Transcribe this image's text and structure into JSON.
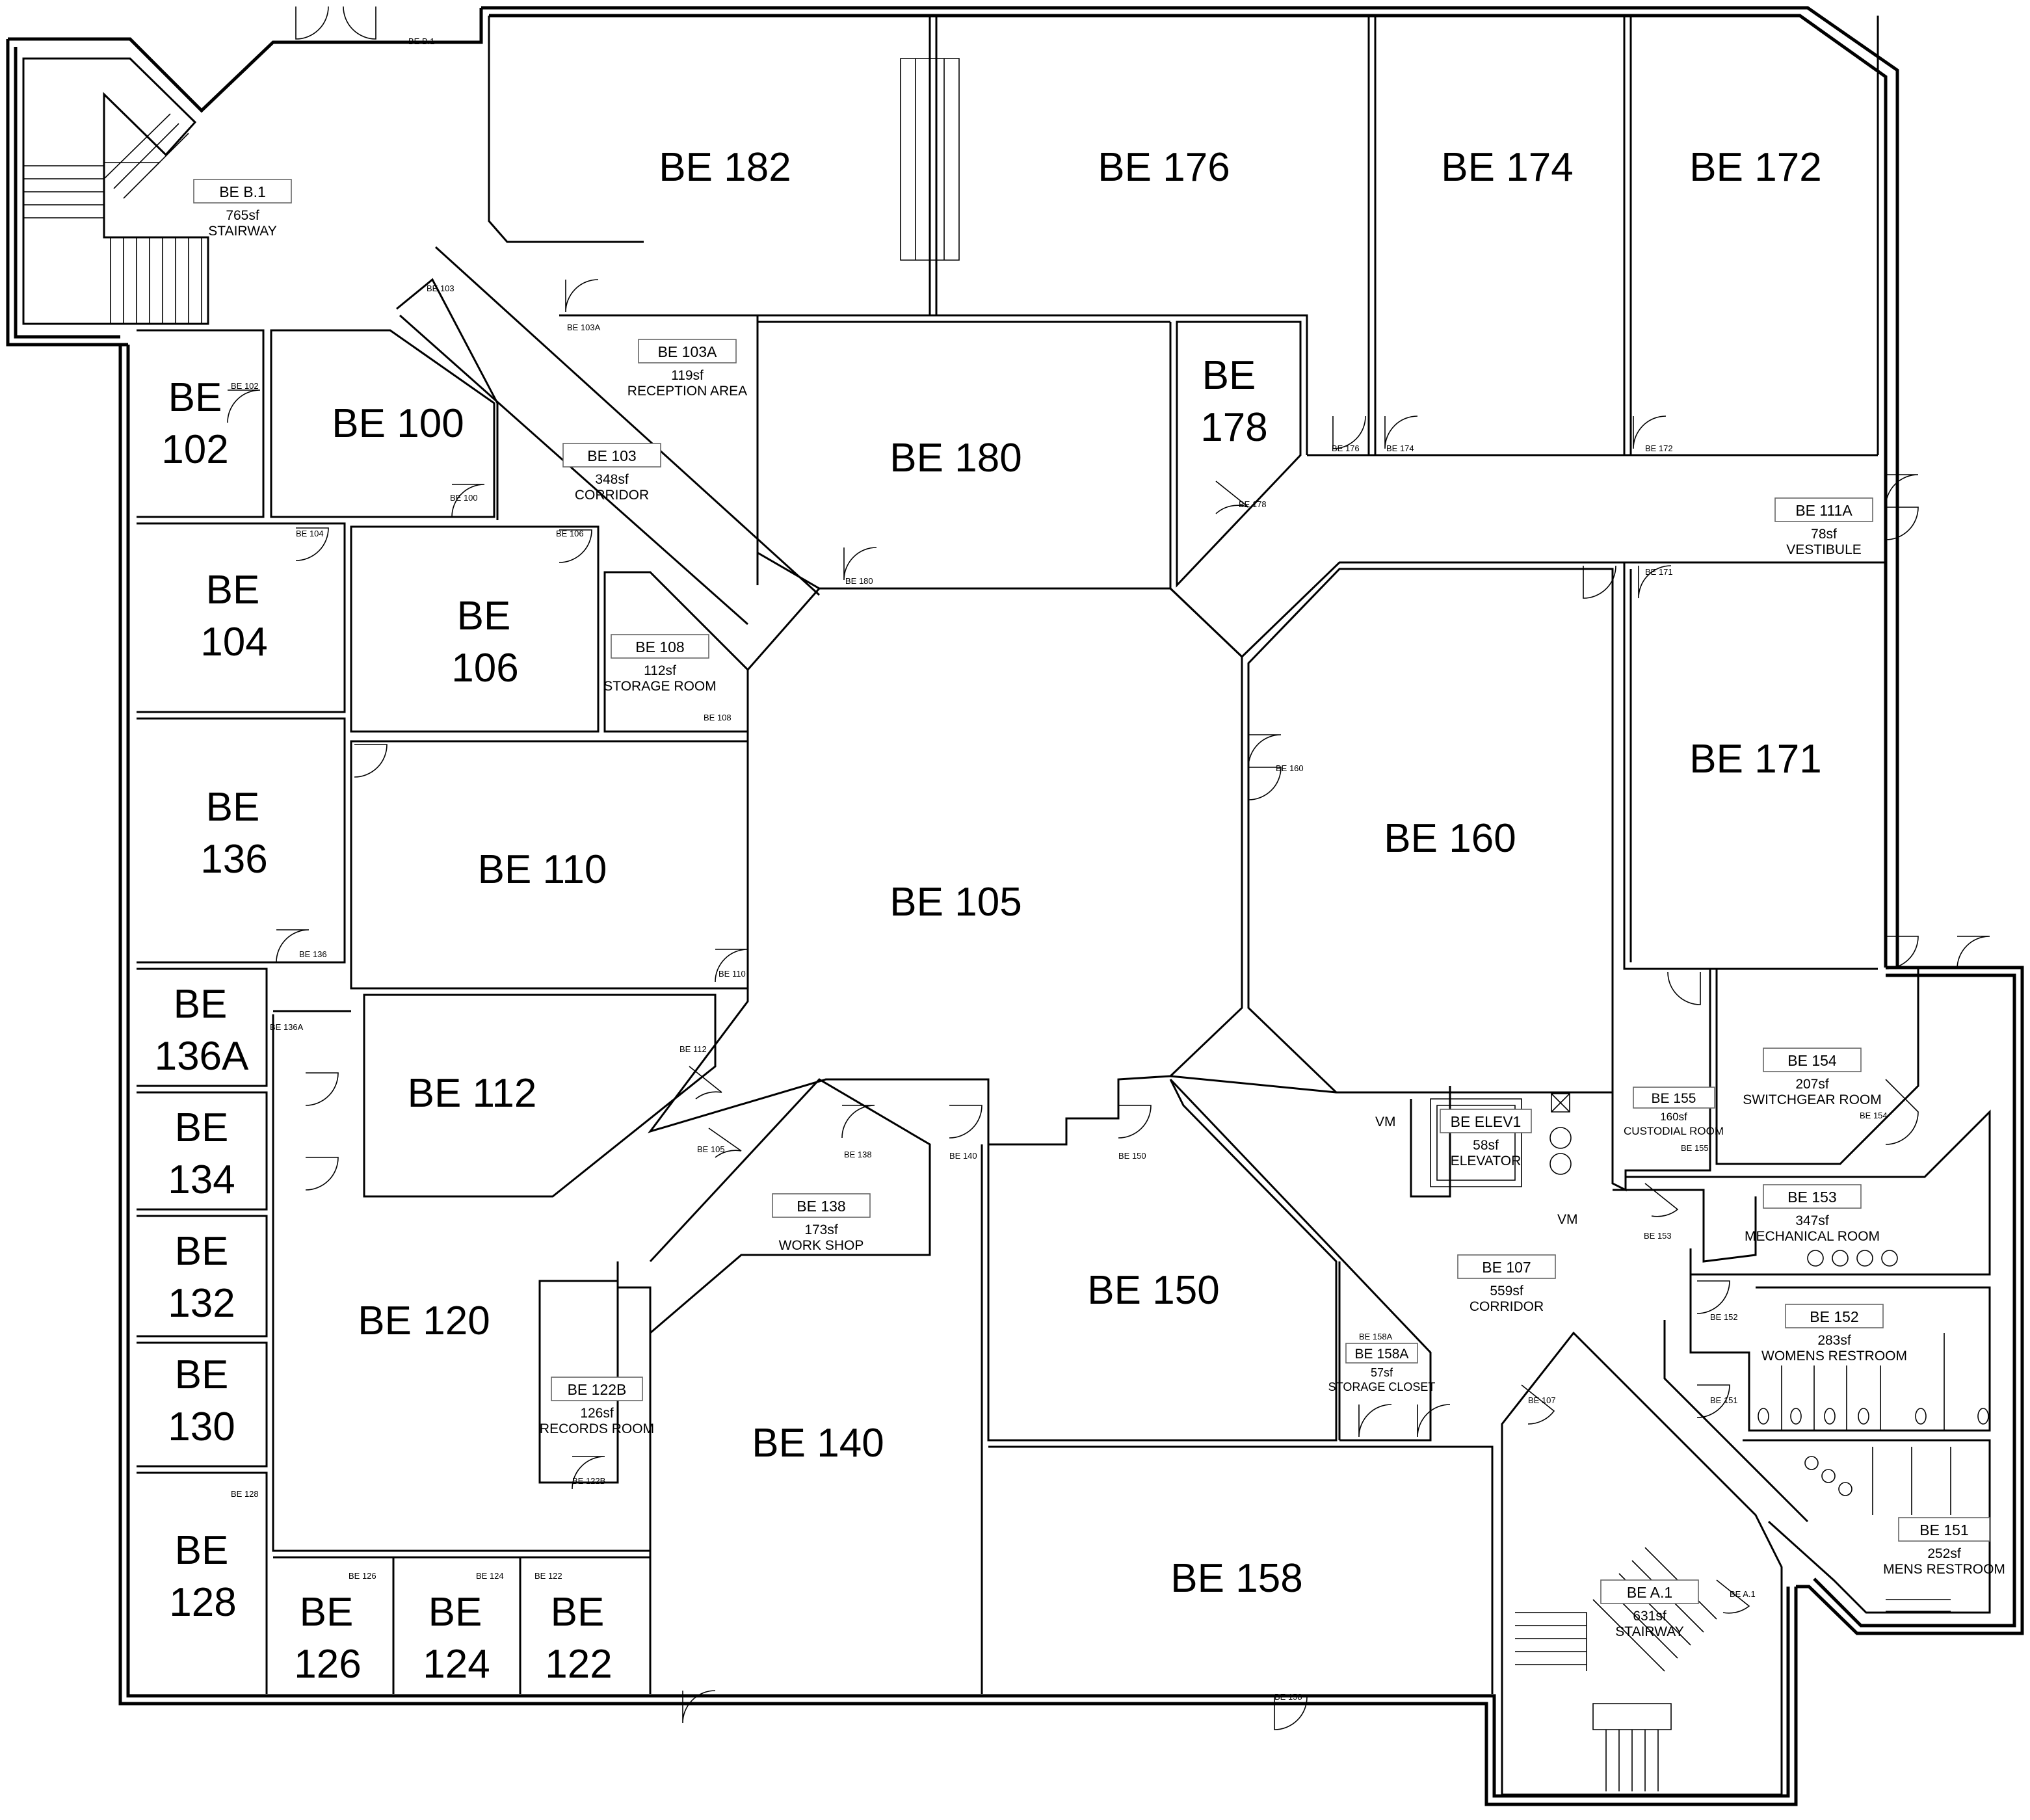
{
  "floor_plan": {
    "rooms": [
      {
        "id": "be182",
        "lines": [
          "BE 182"
        ]
      },
      {
        "id": "be176",
        "lines": [
          "BE 176"
        ]
      },
      {
        "id": "be174",
        "lines": [
          "BE 174"
        ]
      },
      {
        "id": "be172",
        "lines": [
          "BE 172"
        ]
      },
      {
        "id": "be100",
        "lines": [
          "BE 100"
        ]
      },
      {
        "id": "be102",
        "lines": [
          "BE",
          "102"
        ]
      },
      {
        "id": "be180",
        "lines": [
          "BE 180"
        ]
      },
      {
        "id": "be178",
        "lines": [
          "BE",
          "178"
        ]
      },
      {
        "id": "be104",
        "lines": [
          "BE",
          "104"
        ]
      },
      {
        "id": "be106",
        "lines": [
          "BE",
          "106"
        ]
      },
      {
        "id": "be136",
        "lines": [
          "BE",
          "136"
        ]
      },
      {
        "id": "be110",
        "lines": [
          "BE 110"
        ]
      },
      {
        "id": "be105",
        "lines": [
          "BE 105"
        ]
      },
      {
        "id": "be160",
        "lines": [
          "BE 160"
        ]
      },
      {
        "id": "be171",
        "lines": [
          "BE 171"
        ]
      },
      {
        "id": "be136a",
        "lines": [
          "BE",
          "136A"
        ]
      },
      {
        "id": "be112",
        "lines": [
          "BE 112"
        ]
      },
      {
        "id": "be134",
        "lines": [
          "BE",
          "134"
        ]
      },
      {
        "id": "be132",
        "lines": [
          "BE",
          "132"
        ]
      },
      {
        "id": "be120",
        "lines": [
          "BE 120"
        ]
      },
      {
        "id": "be130",
        "lines": [
          "BE",
          "130"
        ]
      },
      {
        "id": "be150",
        "lines": [
          "BE 150"
        ]
      },
      {
        "id": "be140",
        "lines": [
          "BE 140"
        ]
      },
      {
        "id": "be128",
        "lines": [
          "BE",
          "128"
        ]
      },
      {
        "id": "be126",
        "lines": [
          "BE",
          "126"
        ]
      },
      {
        "id": "be124",
        "lines": [
          "BE",
          "124"
        ]
      },
      {
        "id": "be122",
        "lines": [
          "BE",
          "122"
        ]
      },
      {
        "id": "be158",
        "lines": [
          "BE 158"
        ]
      }
    ],
    "room_tags": [
      {
        "id": "be-b1",
        "tag": "BE B.1",
        "area": "765sf",
        "name": "STAIRWAY"
      },
      {
        "id": "be-103a",
        "tag": "BE 103A",
        "area": "119sf",
        "name": "RECEPTION AREA"
      },
      {
        "id": "be-103",
        "tag": "BE 103",
        "area": "348sf",
        "name": "CORRIDOR"
      },
      {
        "id": "be-111a",
        "tag": "BE 111A",
        "area": "78sf",
        "name": "VESTIBULE"
      },
      {
        "id": "be-108",
        "tag": "BE 108",
        "area": "112sf",
        "name": "STORAGE ROOM"
      },
      {
        "id": "be-154",
        "tag": "BE 154",
        "area": "207sf",
        "name": "SWITCHGEAR ROOM"
      },
      {
        "id": "be-155",
        "tag": "BE 155",
        "area": "160sf",
        "name": "CUSTODIAL ROOM"
      },
      {
        "id": "be-elev1",
        "tag": "BE ELEV1",
        "area": "58sf",
        "name": "ELEVATOR"
      },
      {
        "id": "be-153",
        "tag": "BE 153",
        "area": "347sf",
        "name": "MECHANICAL ROOM"
      },
      {
        "id": "be-138",
        "tag": "BE 138",
        "area": "173sf",
        "name": "WORK SHOP"
      },
      {
        "id": "be-107",
        "tag": "BE 107",
        "area": "559sf",
        "name": "CORRIDOR"
      },
      {
        "id": "be-152",
        "tag": "BE 152",
        "area": "283sf",
        "name": "WOMENS RESTROOM"
      },
      {
        "id": "be-158a",
        "tag": "BE 158A",
        "area": "57sf",
        "name": "STORAGE CLOSET"
      },
      {
        "id": "be-122b",
        "tag": "BE 122B",
        "area": "126sf",
        "name": "RECORDS ROOM"
      },
      {
        "id": "be-151",
        "tag": "BE 151",
        "area": "252sf",
        "name": "MENS RESTROOM"
      },
      {
        "id": "be-a1",
        "tag": "BE A.1",
        "area": "631sf",
        "name": "STAIRWAY"
      }
    ],
    "door_labels": [
      {
        "id": "d-b1",
        "text": "BE B.1"
      },
      {
        "id": "d-103",
        "text": "BE 103"
      },
      {
        "id": "d-103a",
        "text": "BE 103A"
      },
      {
        "id": "d-102",
        "text": "BE 102"
      },
      {
        "id": "d-100",
        "text": "BE 100"
      },
      {
        "id": "d-104",
        "text": "BE 104"
      },
      {
        "id": "d-106",
        "text": "BE 106"
      },
      {
        "id": "d-108",
        "text": "BE 108"
      },
      {
        "id": "d-180",
        "text": "BE 180"
      },
      {
        "id": "d-178",
        "text": "BE 178"
      },
      {
        "id": "d-176",
        "text": "BE 176"
      },
      {
        "id": "d-174",
        "text": "BE 174"
      },
      {
        "id": "d-172",
        "text": "BE 172"
      },
      {
        "id": "d-171",
        "text": "BE 171"
      },
      {
        "id": "d-160",
        "text": "BE 160"
      },
      {
        "id": "d-136",
        "text": "BE 136"
      },
      {
        "id": "d-110",
        "text": "BE 110"
      },
      {
        "id": "d-136a",
        "text": "BE 136A"
      },
      {
        "id": "d-112",
        "text": "BE 112"
      },
      {
        "id": "d-105",
        "text": "BE 105"
      },
      {
        "id": "d-138",
        "text": "BE 138"
      },
      {
        "id": "d-140",
        "text": "BE 140"
      },
      {
        "id": "d-150",
        "text": "BE 150"
      },
      {
        "id": "d-155",
        "text": "BE 155"
      },
      {
        "id": "d-154",
        "text": "BE 154"
      },
      {
        "id": "d-153",
        "text": "BE 153"
      },
      {
        "id": "d-152",
        "text": "BE 152"
      },
      {
        "id": "d-151",
        "text": "BE 151"
      },
      {
        "id": "d-158a",
        "text": "BE 158A"
      },
      {
        "id": "d-107",
        "text": "BE 107"
      },
      {
        "id": "d-122b",
        "text": "BE 122B"
      },
      {
        "id": "d-128",
        "text": "BE 128"
      },
      {
        "id": "d-126",
        "text": "BE 126"
      },
      {
        "id": "d-124",
        "text": "BE 124"
      },
      {
        "id": "d-122",
        "text": "BE 122"
      },
      {
        "id": "d-158",
        "text": "BE 158"
      },
      {
        "id": "d-a1",
        "text": "BE A.1"
      }
    ],
    "annotations": [
      {
        "id": "vm-1",
        "text": "VM"
      },
      {
        "id": "vm-2",
        "text": "VM"
      }
    ]
  }
}
